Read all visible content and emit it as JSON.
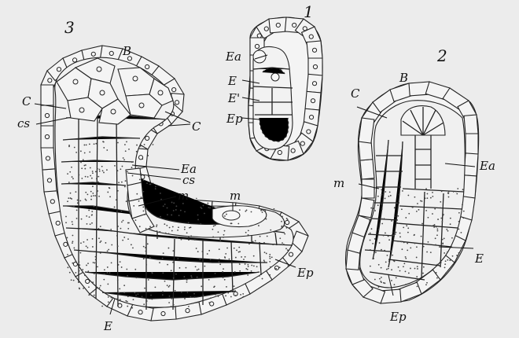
{
  "figure_numbers": {
    "fig1": "1",
    "fig2": "2",
    "fig3": "3"
  },
  "fig1_labels": {
    "ea": "Ea",
    "e": "E",
    "e_prime": "E'",
    "ep": "Ep"
  },
  "fig2_labels": {
    "b": "B",
    "c": "C",
    "m": "m",
    "ea": "Ea",
    "e": "E",
    "ep": "Ep"
  },
  "fig3_labels": {
    "b": "B",
    "c_left": "C",
    "cs_left": "cs",
    "c_right": "C",
    "ea": "Ea",
    "cs_right": "cs",
    "m_lower": "m",
    "m_upper": "m",
    "ep": "Ep",
    "e": "E"
  },
  "colors": {
    "background": "#ececec",
    "line": "#222222",
    "cell_fill": "#f4f4f4"
  }
}
